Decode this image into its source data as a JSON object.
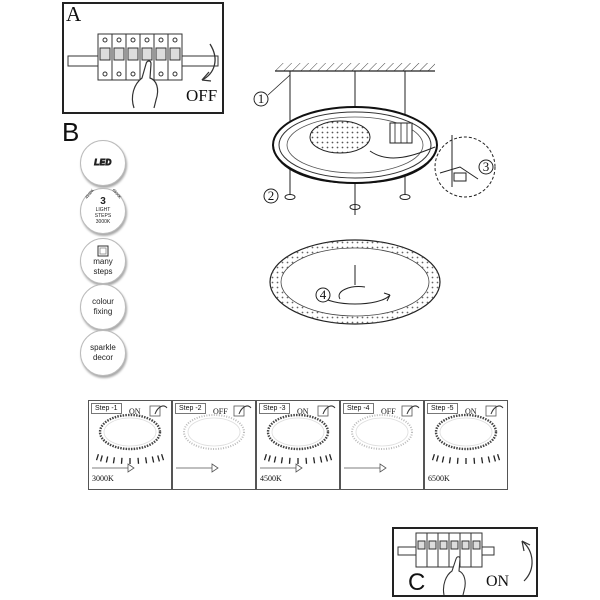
{
  "panel_a": {
    "letter": "A",
    "state_label": "OFF"
  },
  "panel_b": {
    "letter": "B",
    "callouts": [
      "1",
      "2",
      "3",
      "4"
    ],
    "badges": {
      "led": "LED",
      "light_steps": {
        "count": "3",
        "line1": "LIGHT",
        "line2": "STEPS",
        "temp": "3000K",
        "arc_left": "4500K",
        "arc_right": "6500K"
      },
      "many_steps": {
        "line1": "many",
        "line2": "steps"
      },
      "colour_fixing": {
        "line1": "colour",
        "line2": "fixing"
      },
      "sparkle_decor": {
        "line1": "sparkle",
        "line2": "decor"
      }
    }
  },
  "steps": [
    {
      "label": "Step -1",
      "state": "ON",
      "kelvin": "3000K",
      "lit": true
    },
    {
      "label": "Step -2",
      "state": "OFF",
      "kelvin": "",
      "lit": false
    },
    {
      "label": "Step -3",
      "state": "ON",
      "kelvin": "4500K",
      "lit": true
    },
    {
      "label": "Step -4",
      "state": "OFF",
      "kelvin": "",
      "lit": false
    },
    {
      "label": "Step -5",
      "state": "ON",
      "kelvin": "6500K",
      "lit": true
    }
  ],
  "panel_c": {
    "letter": "C",
    "state_label": "ON"
  }
}
